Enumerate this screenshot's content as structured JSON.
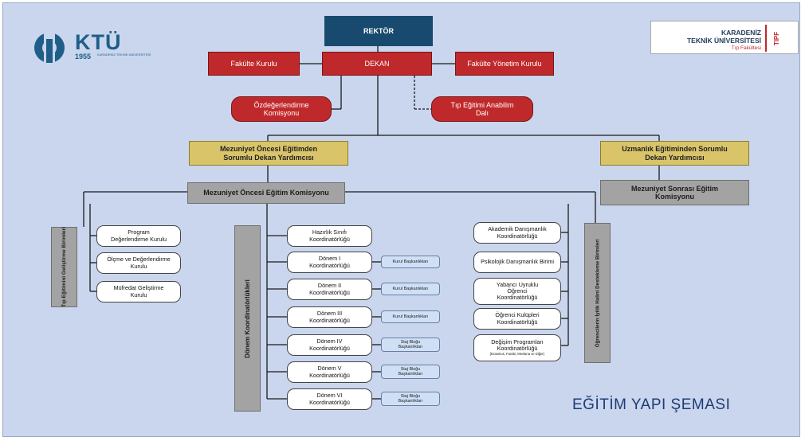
{
  "logo": {
    "brand": "KTÜ",
    "year": "1955",
    "subtitle": "KARADENİZ TEKNİK ÜNİVERSİTESİ"
  },
  "badge": {
    "line1": "KARADENİZ",
    "line2": "TEKNİK ÜNİVERSİTESİ",
    "line3": "Tıp Fakültesi",
    "mark": "TIPF"
  },
  "top": {
    "rektor": "REKTÖR",
    "dekan": "DEKAN",
    "fakulte_kurulu": "Fakülte Kurulu",
    "fakulte_yonetim": "Fakülte Yönetim Kurulu",
    "ozdegerlendirme": "Özdeğerlendirme Komisyonu",
    "tip_egitimi": "Tıp Eğitimi Anabilim Dalı"
  },
  "deputies": {
    "mezuniyet_oncesi": "Mezuniyet Öncesi Eğitimden Sorumlu Dekan Yardımcısı",
    "uzmanlik": "Uzmanlık Eğitiminden Sorumlu Dekan Yardımcısı"
  },
  "commissions": {
    "mezuniyet_oncesi": "Mezuniyet Öncesi Eğitim Komisyonu",
    "mezuniyet_sonrasi": "Mezuniyet Sonrası Eğitim Komisyonu"
  },
  "left_group": {
    "title": "Tıp Eğitimini Geliştirme Birimleri",
    "items": [
      "Program Değerlendirme Kurulu",
      "Ölçme ve Değerlendirme Kurulu",
      "Müfredat Geliştirme Kurulu"
    ]
  },
  "donem_group": {
    "title": "Dönem Koordinatörlükleri",
    "items": [
      {
        "label": "Hazırlık Sınıfı Koordinatörlüğü",
        "sub": ""
      },
      {
        "label": "Dönem I Koordinatörlüğü",
        "sub": "Kurul Başkanlıkları"
      },
      {
        "label": "Dönem II Koordinatörlüğü",
        "sub": "Kurul Başkanlıkları"
      },
      {
        "label": "Dönem III Koordinatörlüğü",
        "sub": "Kurul Başkanlıkları"
      },
      {
        "label": "Dönem IV Koordinatörlüğü",
        "sub": "Staj Bloğu Başkanlıkları"
      },
      {
        "label": "Dönem V Koordinatörlüğü",
        "sub": "Staj Bloğu Başkanlıkları"
      },
      {
        "label": "Dönem VI Koordinatörlüğü",
        "sub": "Staj Bloğu Başkanlıkları"
      }
    ]
  },
  "right_group": {
    "title": "Öğrencilerin İyilik Halini Destekleme Birimleri",
    "items": [
      "Akademik Danışmanlık Koordinatörlüğü",
      "Psikolojik Danışmanlık Birimi",
      "Yabancı Uyruklu Öğrenci Koordinatörlüğü",
      "Öğrenci Kulüpleri Koordinatörlüğü",
      "Değişim Programları Koordinatörlüğü"
    ],
    "last_note": "(Erasmus, Farabi, Mevlana ve Diğer)"
  },
  "title": "EĞİTİM YAPI ŞEMASI",
  "colors": {
    "navy": "#174a6e",
    "red": "#c0292b",
    "gold": "#d9c46a",
    "gray": "#a3a3a3",
    "background": "#c9d6ee",
    "title": "#1f3b73"
  }
}
